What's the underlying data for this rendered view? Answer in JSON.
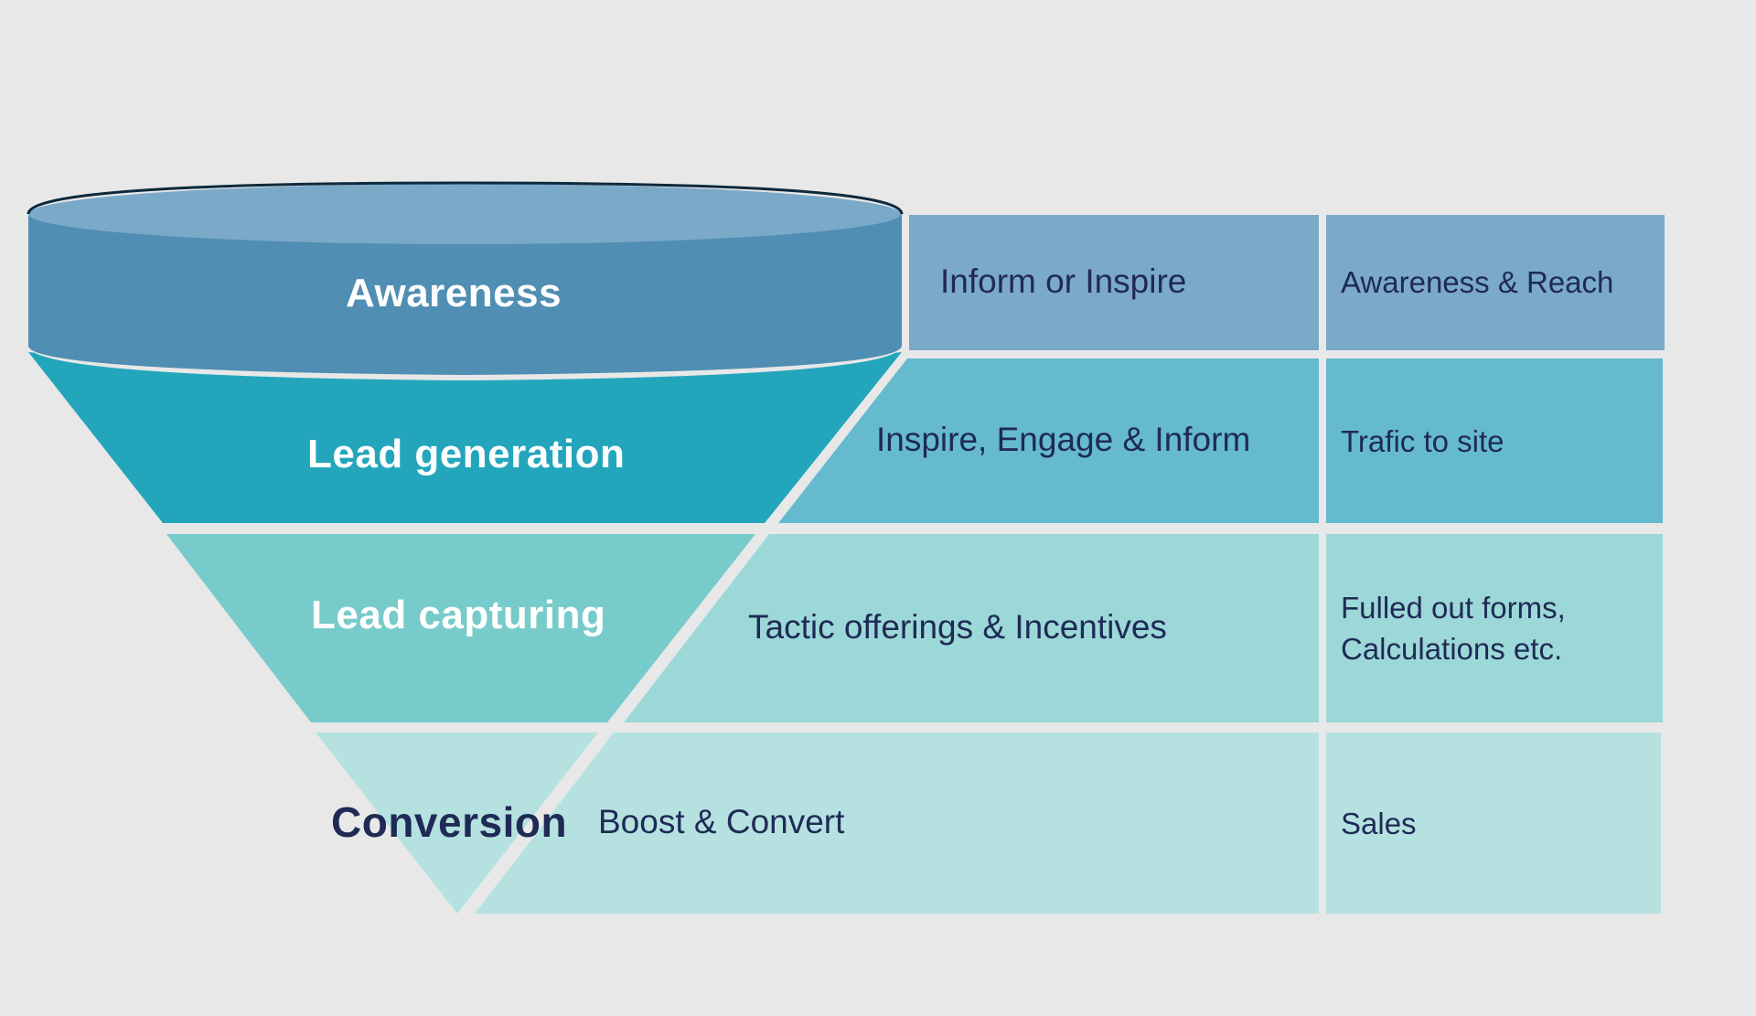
{
  "diagram": {
    "type": "marketing-funnel",
    "colors": {
      "background": "#e8e8e8",
      "cylinder_top": "#7ba9c8",
      "cylinder_body": "#508eb3",
      "cylinder_outline": "#0e2a3d",
      "lead_generation": "#23a6bc",
      "lead_capturing": "#77cbca",
      "conversion": "#b5e2e1",
      "row1_cells": "#7ba9c8",
      "row2_cells": "#65bace",
      "row3_cells": "#9cd8d8",
      "row4_cells": "#b5e2e1",
      "text_dark": "#1f2a55",
      "text_light": "#ffffff"
    },
    "stages": [
      {
        "name": "Awareness",
        "goal": "Inform or Inspire",
        "kpi": [
          "Awareness & Reach"
        ]
      },
      {
        "name": "Lead generation",
        "goal": "Inspire, Engage & Inform",
        "kpi": [
          "Trafic to site"
        ]
      },
      {
        "name": "Lead capturing",
        "goal": "Tactic offerings & Incentives",
        "kpi": [
          "Fulled out forms,",
          "Calculations etc."
        ]
      },
      {
        "name": "Conversion",
        "goal": "Boost & Convert",
        "kpi": [
          "Sales"
        ]
      }
    ]
  }
}
